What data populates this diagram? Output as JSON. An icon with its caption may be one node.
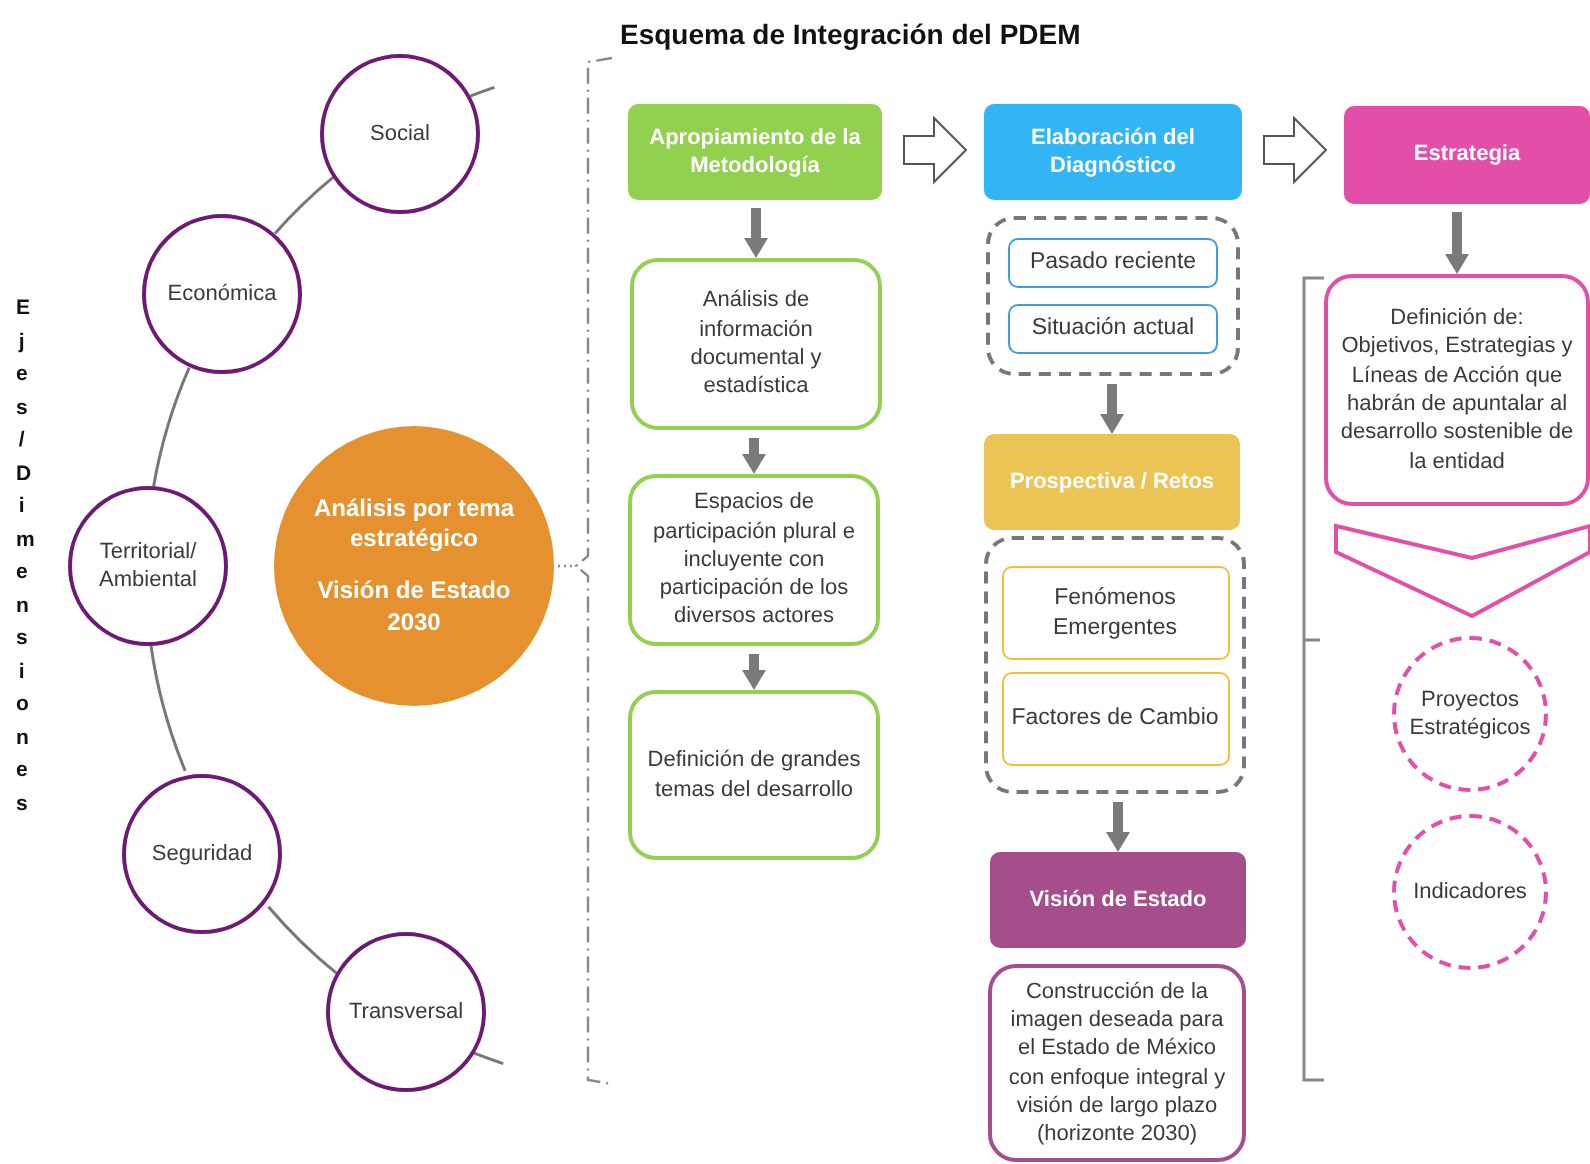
{
  "diagram": {
    "title": "Esquema de Integración del PDEM",
    "nodes": [
      {
        "text": [
          "Social"
        ]
      },
      {
        "text": [
          "Económica"
        ]
      },
      {
        "text": [
          "Territorial/ Ambiental"
        ]
      },
      {
        "text": [
          "Seguridad"
        ]
      },
      {
        "text": [
          "Transversal"
        ]
      },
      {
        "text": [
          "Análisis por tema estratégico",
          "Visión de Estado 2030"
        ]
      },
      {
        "text": [
          "Apropiamiento de la Metodología"
        ]
      },
      {
        "text": [
          "Análisis de información documental y estadística"
        ]
      },
      {
        "text": [
          "Espacios de participación plural e incluyente con participación de los diversos actores"
        ]
      },
      {
        "text": [
          "Definición de grandes temas del desarrollo"
        ]
      },
      {
        "text": [
          "Elaboración del Diagnóstico"
        ]
      },
      {
        "text": [],
        "shape": "box"
      },
      {
        "text": [
          "Pasado reciente"
        ],
        "in": 11
      },
      {
        "text": [
          "Situación actual"
        ],
        "in": 11
      },
      {
        "text": [
          "Prospectiva / Retos"
        ]
      },
      {
        "text": [],
        "shape": "box"
      },
      {
        "text": [
          "Fenómenos Emergentes"
        ],
        "in": 15
      },
      {
        "text": [
          "Factores de Cambio"
        ],
        "in": 15
      },
      {
        "text": [
          "Visión de Estado"
        ]
      },
      {
        "text": [
          "Construcción de la imagen deseada para el Estado de México con enfoque integral y visión de largo plazo (horizonte 2030)"
        ]
      },
      {
        "text": [
          "Estrategia"
        ]
      },
      {
        "text": [
          "Definición de: Objetivos, Estrategias y Líneas de Acción que habrán de apuntalar al desarrollo sostenible de la entidad"
        ]
      },
      {
        "text": [
          "Proyectos Estratégicos"
        ]
      },
      {
        "text": [
          "Indicadores"
        ]
      }
    ],
    "edges": [
      {
        "from": 0,
        "to": 1,
        "arrow": "none"
      },
      {
        "from": 1,
        "to": 2,
        "arrow": "none"
      },
      {
        "from": 2,
        "to": 3,
        "arrow": "none"
      },
      {
        "from": 3,
        "to": 4,
        "arrow": "none"
      },
      {
        "from": 6,
        "to": 7,
        "arrow": "to"
      },
      {
        "from": 7,
        "to": 8,
        "arrow": "to"
      },
      {
        "from": 8,
        "to": 9,
        "arrow": "to"
      },
      {
        "from": 6,
        "to": 10,
        "arrow": "to"
      },
      {
        "from": 10,
        "to": 20,
        "arrow": "to"
      },
      {
        "from": 11,
        "to": 14,
        "arrow": "to"
      },
      {
        "from": 15,
        "to": 18,
        "arrow": "to"
      },
      {
        "from": 20,
        "to": 21,
        "arrow": "to"
      },
      {
        "from": 21,
        "to": 22,
        "arrow": "to"
      }
    ],
    "labels": [
      "Ejes / Dimensiones"
    ]
  }
}
